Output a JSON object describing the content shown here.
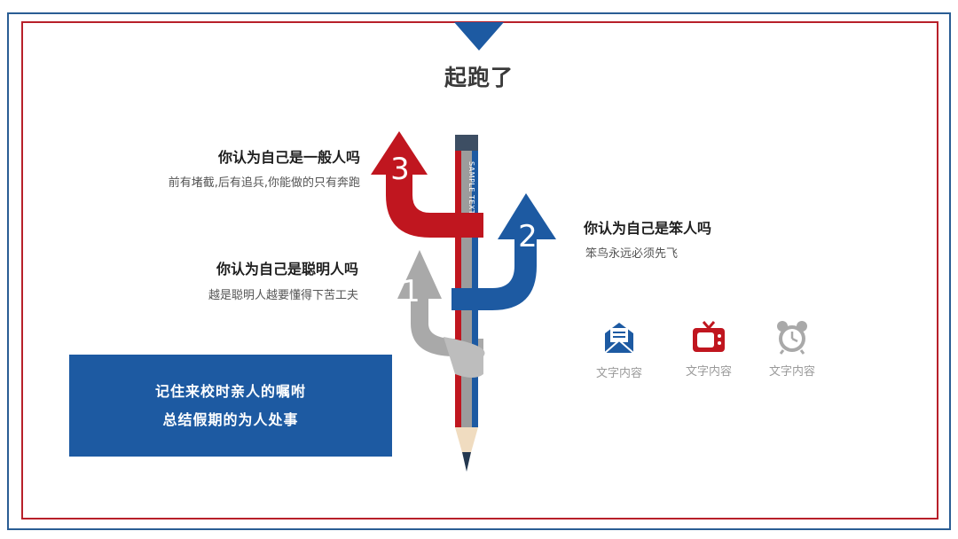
{
  "title": "起跑了",
  "steps": [
    {
      "number": "1",
      "heading": "你认为自己是聪明人吗",
      "description": "越是聪明人越要懂得下苦工夫",
      "color": "#a9a9a9"
    },
    {
      "number": "2",
      "heading": "你认为自己是笨人吗",
      "description": "笨鸟永远必须先飞",
      "color": "#1d5aa2"
    },
    {
      "number": "3",
      "heading": "你认为自己是一般人吗",
      "description": "前有堵截,后有追兵,你能做的只有奔跑",
      "color": "#c0161f"
    }
  ],
  "pencil_text": "SAMPLE TEXT",
  "box": {
    "line1": "记住来校时亲人的嘱咐",
    "line2": "总结假期的为人处事"
  },
  "icons": [
    {
      "icon": "mail-icon",
      "label": "文字内容",
      "color": "#1d5aa2"
    },
    {
      "icon": "tv-icon",
      "label": "文字内容",
      "color": "#c0161f"
    },
    {
      "icon": "alarm-clock-icon",
      "label": "文字内容",
      "color": "#a9a9a9"
    }
  ],
  "colors": {
    "blue": "#1d5aa2",
    "red": "#c0161f",
    "gray": "#a9a9a9",
    "frame_blue": "#2a5d94",
    "frame_red": "#b8202a"
  }
}
